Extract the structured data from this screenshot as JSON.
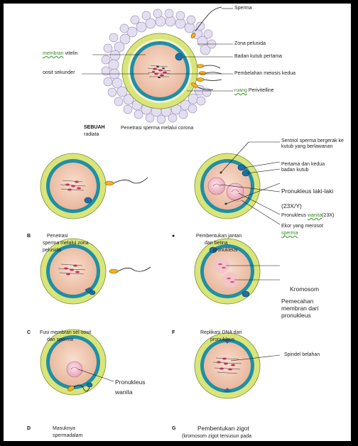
{
  "colors": {
    "corona": "#e4dff0",
    "zona": "#d9e57a",
    "membrane": "#1e8fa6",
    "cytoplasm": "#f1c9b3",
    "chromosome": "#c0305a",
    "sperm": "#f2b024",
    "pronucleus": "#f3c3cd"
  },
  "panel_a": {
    "sperm": "Sperma",
    "zona": "Zona pelusida",
    "vitelline_1": "membran",
    "vitelline_2": "vitelin",
    "polar_body": "Badan kutub pertama",
    "oocyte": "oosit sekunder",
    "meiosis": "Pembelahan meiosis kedua",
    "perivitelline_1": "ruang",
    "perivitelline_2": "Perivitelline",
    "letter": "SEBUAH",
    "caption_1": "Penetrasi sperma melalui corona",
    "caption_2": "radiata"
  },
  "panel_b": {
    "letter": "B",
    "caption_1": "Penetrasi",
    "caption_2": "sperma melalui zona",
    "caption_3": "pelusida"
  },
  "panel_e": {
    "letter": "●",
    "caption_1": "Pembentukan jantan",
    "caption_2": "dan betina",
    "caption_3": "pronukleus",
    "centriole": "Sentriol sperma bergerak ke kutub yang berlawanan",
    "polar_bodies": "Pertama dan kedua badan kutub",
    "male_pronucleus_1": "Pronukleus laki-laki",
    "male_pronucleus_2": "(23X/Y)",
    "female_pronucleus_1": "Pronukleus",
    "female_pronucleus_2": "wanita",
    "female_pronucleus_3": "(23X)",
    "tail_1": "Ekor yang merosot",
    "tail_2": "sperma"
  },
  "panel_c": {
    "letter": "C",
    "caption_1": "Fusi membran sel oosit",
    "caption_2": "dan sperma"
  },
  "panel_f": {
    "letter": "F",
    "caption_1": "Replikasi DNA dari",
    "caption_2": "pronukleus",
    "chromosome": "Kromosom",
    "breakdown": "Pemecahan membran dari pronukleus"
  },
  "panel_d": {
    "letter": "D",
    "caption_1": "Masuknya",
    "caption_2": "spermadalam",
    "female_pronucleus_1": "Pronukleus",
    "female_pronucleus_2": "wanita"
  },
  "panel_g": {
    "letter": "G",
    "caption_1": "Pembentukan zigot",
    "caption_2": "(kromosom zigot tersusun pada",
    "spindle": "Spindel belahan"
  }
}
